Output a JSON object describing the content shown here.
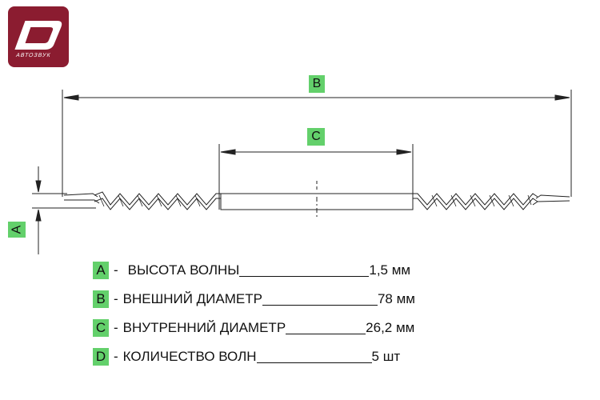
{
  "logo": {
    "caption": "АВТОЗВУК",
    "brand_color": "#8b1c30"
  },
  "dimensions": {
    "A": "A",
    "B": "B",
    "C": "C"
  },
  "accent_color": "#63d06b",
  "legend": [
    {
      "key": "A",
      "label": "ВЫСОТА ВОЛНЫ",
      "value": "1,5 мм"
    },
    {
      "key": "B",
      "label": "ВНЕШНИЙ ДИАМЕТР",
      "value": "78 мм"
    },
    {
      "key": "C",
      "label": "ВНУТРЕННИЙ ДИАМЕТР",
      "value": "26,2 мм"
    },
    {
      "key": "D",
      "label": "КОЛИЧЕСТВО ВОЛН",
      "value": "5 шт"
    }
  ]
}
